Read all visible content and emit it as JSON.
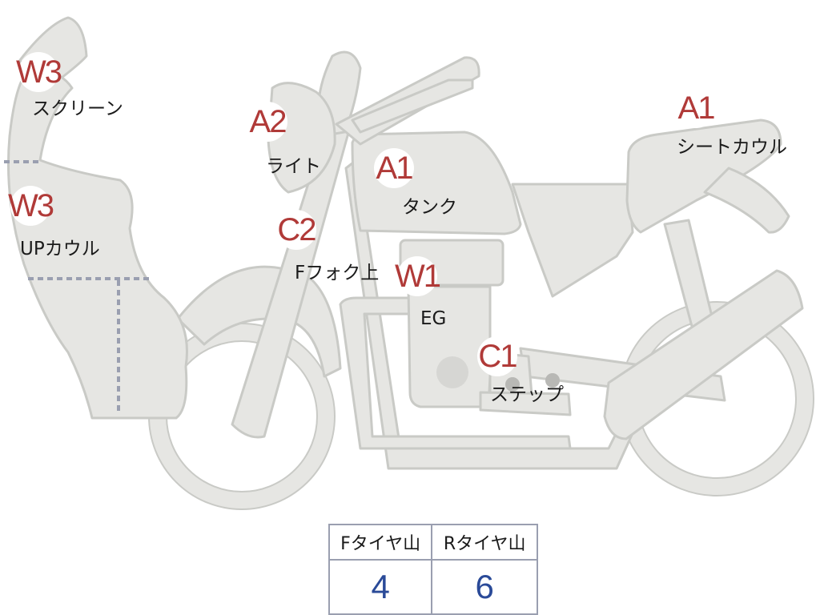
{
  "markers": [
    {
      "id": "screen",
      "code": "W3",
      "label": "スクリーン"
    },
    {
      "id": "upcowl",
      "code": "W3",
      "label": "UPカウル"
    },
    {
      "id": "light",
      "code": "A2",
      "label": "ライト"
    },
    {
      "id": "ffork",
      "code": "C2",
      "label": "Fフォク上"
    },
    {
      "id": "tank",
      "code": "A1",
      "label": "タンク"
    },
    {
      "id": "engine",
      "code": "W1",
      "label": "EG"
    },
    {
      "id": "step",
      "code": "C1",
      "label": "ステップ"
    },
    {
      "id": "seatcowl",
      "code": "A1",
      "label": "シートカウル"
    }
  ],
  "tire_table": {
    "front_header": "Fタイヤ山",
    "rear_header": "Rタイヤ山",
    "front_value": "4",
    "rear_value": "6"
  },
  "colors": {
    "part_fill": "#e6e6e3",
    "part_stroke": "#c9cac6",
    "code_red": "#b03a38",
    "value_blue": "#2a4a98"
  }
}
